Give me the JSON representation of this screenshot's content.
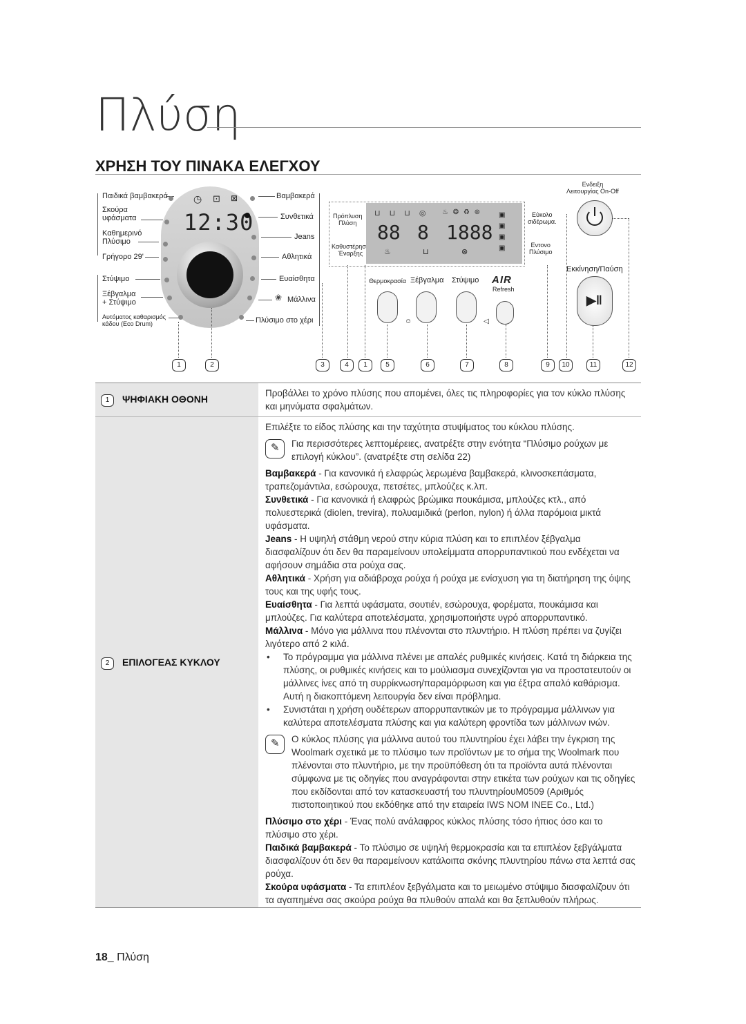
{
  "chapter_title": "Πλύση",
  "section_title": "ΧΡΗΣΗ ΤΟΥ ΠΙΝΑΚΑ ΕΛΕΓΧΟΥ",
  "panel": {
    "left_labels": [
      "Παιδικά βαμβακερά",
      "Σκούρα\nυφάσματα",
      "Καθημερινό\nΠλύσιμο",
      "Γρήγορο 29'",
      "Στύψιμο",
      "Ξέβγαλμα\n+ Στύψιμο",
      "Αυτόματος καθαρισμός\nκάδου (Eco Drum)"
    ],
    "right_labels": [
      "Βαμβακερά",
      "Συνθετικά",
      "Jeans",
      "Αθλητικά",
      "Ευαίσθητα",
      "Μάλλινα",
      "Πλύσιμο στο χέρι"
    ],
    "time_display": "12:30",
    "prewash": "Πρόπλυση\nΠλύση",
    "delay_end": "Καθυστέρηση\nΈναρξης",
    "lcd_digits_left": "88",
    "lcd_digit_mid": "8",
    "lcd_digits_right": "1888",
    "easy_iron": "Εύκολο\nσιδέρωμα.",
    "intensive": "Εντονο\nΠλύσιμο",
    "power_label": "Ενδειξη\nΛειτουργίας On-Off",
    "start_label": "Εκκίνηση/Παύση",
    "temp_label": "Θερμοκρασία",
    "rinse_label": "Ξέβγαλμα",
    "spin_label": "Στύψιμο",
    "air_label": "AIR",
    "refresh_label": "Refresh",
    "callouts": [
      "1",
      "2",
      "3",
      "4",
      "1",
      "5",
      "6",
      "7",
      "8",
      "9",
      "10",
      "11",
      "12"
    ]
  },
  "table": {
    "row1": {
      "num": "1",
      "title": "ΨΗΦΙΑΚΗ ΟΘΟΝΗ",
      "text": "Προβάλλει το χρόνο πλύσης που απομένει, όλες τις πληροφορίες για τον κύκλο πλύσης και μηνύματα σφαλμάτων."
    },
    "row2": {
      "num": "2",
      "title": "ΕΠΙΛΟΓΕΑΣ ΚΥΚΛΟΥ",
      "intro": "Επιλέξτε το είδος πλύσης και την ταχύτητα στυψίματος του κύκλου πλύσης.",
      "note1": "Για περισσότερες λεπτομέρειες, ανατρέξτε στην ενότητα “Πλύσιμο ρούχων με επιλογή κύκλου”. (ανατρέξτε στη σελίδα 22)",
      "items": [
        {
          "term": "Βαμβακερά",
          "text": " - Για κανονικά ή ελαφρώς λερωμένα βαμβακερά, κλινοσκεπάσματα, τραπεζομάντιλα, εσώρουχα, πετσέτες, μπλούζες κ.λπ."
        },
        {
          "term": "Συνθετικά",
          "text": " - Για κανονικά ή ελαφρώς βρώμικα πουκάμισα, μπλούζες κτλ., από πολυεστερικά (diolen, trevira), πολυαμιδικά (perlon, nylon) ή άλλα παρόμοια μικτά υφάσματα."
        },
        {
          "term": "Jeans",
          "text": " - Η υψηλή στάθμη νερού στην κύρια πλύση και το επιπλέον ξέβγαλμα διασφαλίζουν ότι δεν θα παραμείνουν υπολείμματα απορρυπαντικού που ενδέχεται να αφήσουν σημάδια στα ρούχα σας."
        },
        {
          "term": "Αθλητικά",
          "text": " - Χρήση για αδιάβροχα ρούχα ή ρούχα με ενίσχυση για τη διατήρηση της όψης τους και της υφής τους."
        },
        {
          "term": "Ευαίσθητα",
          "text": " - Για λεπτά υφάσματα, σουτιέν, εσώρουχα, φορέματα, πουκάμισα και μπλούζες. Για καλύτερα αποτελέσματα, χρησιμοποιήστε υγρό απορρυπαντικό."
        },
        {
          "term": "Μάλλινα",
          "text": " - Μόνο για μάλλινα που πλένονται στο πλυντήριο. Η πλύση πρέπει να ζυγίζει λιγότερο από 2 κιλά."
        }
      ],
      "bullets": [
        "Το πρόγραμμα για μάλλινα πλένει με απαλές ρυθμικές κινήσεις. Κατά τη διάρκεια της πλύσης, οι ρυθμικές κινήσεις και το μούλιασμα συνεχίζονται για να προστατευτούν οι μάλλινες ίνες από τη συρρίκνωση/παραμόρφωση και για έξτρα απαλό καθάρισμα. Αυτή η διακοπτόμενη λειτουργία δεν είναι πρόβλημα.",
        "Συνιστάται η χρήση ουδέτερων απορρυπαντικών με το πρόγραμμα μάλλινων για καλύτερα αποτελέσματα πλύσης και για καλύτερη φροντίδα των μάλλινων ινών."
      ],
      "note2": "Ο κύκλος πλύσης για μάλλινα αυτού του πλυντηρίου έχει λάβει την έγκριση της Woolmark σχετικά με το πλύσιμο των προϊόντων με το σήμα της Woolmark που πλένονται στο πλυντήριο, με την προϋπόθεση ότι τα προϊόντα αυτά πλένονται σύμφωνα με τις οδηγίες που αναγράφονται στην ετικέτα των ρούχων και τις οδηγίες που εκδίδονται από τον κατασκευαστή του πλυντηρίουM0509 (Αριθμός πιστοποιητικού που εκδόθηκε από την εταιρεία IWS NOM INEE Co., Ltd.)",
      "items2": [
        {
          "term": "Πλύσιμο στο χέρι",
          "text": " - Ένας πολύ ανάλαφρος κύκλος πλύσης τόσο ήπιος όσο και το πλύσιμο στο χέρι."
        },
        {
          "term": "Παιδικά βαμβακερά",
          "text": " - Το πλύσιμο σε υψηλή θερμοκρασία και τα επιπλέον ξεβγάλματα διασφαλίζουν ότι δεν θα παραμείνουν κατάλοιπα σκόνης πλυντηρίου πάνω στα λεπτά σας ρούχα."
        },
        {
          "term": "Σκούρα υφάσματα",
          "text": " - Τα επιπλέον ξεβγάλματα και το μειωμένο στύψιμο διασφαλίζουν ότι τα αγαπημένα σας σκούρα ρούχα θα πλυθούν απαλά και θα ξεπλυθούν πλήρως."
        }
      ]
    }
  },
  "footer": {
    "page": "18_",
    "title": "Πλύση"
  }
}
